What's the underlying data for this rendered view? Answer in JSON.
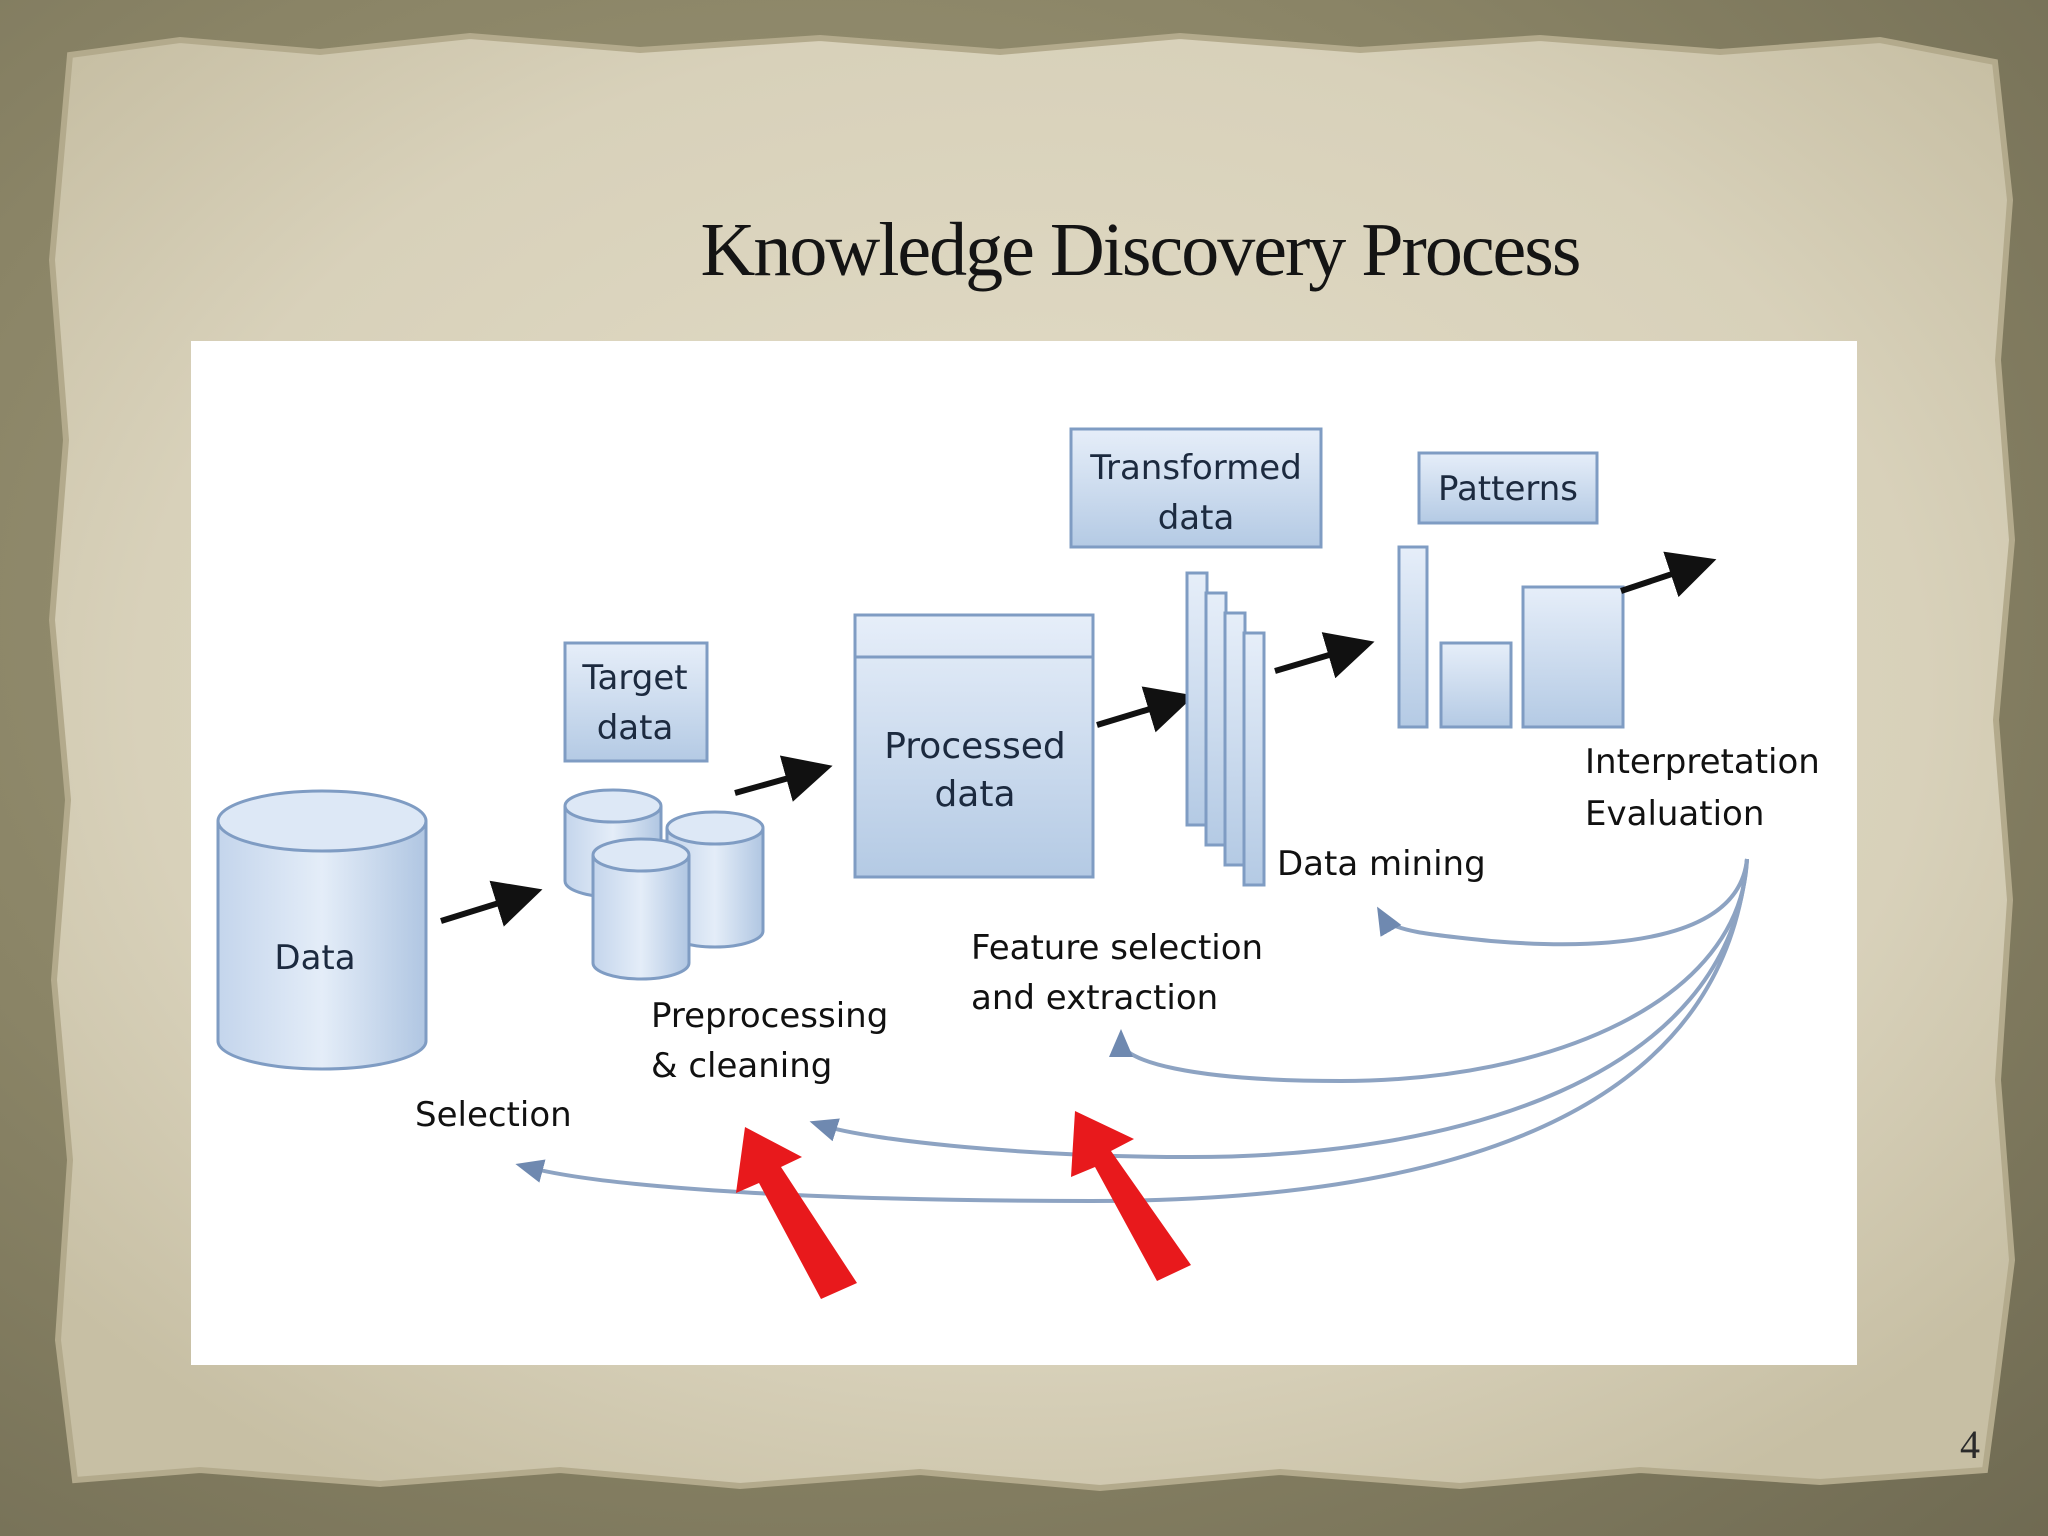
{
  "slide": {
    "title": "Knowledge Discovery Process",
    "page_number": "4"
  },
  "diagram": {
    "stores": {
      "data": "Data",
      "target_data": [
        "Target",
        "data"
      ],
      "processed_data": [
        "Processed",
        "data"
      ],
      "transformed_data": [
        "Transformed",
        "data"
      ],
      "patterns": "Patterns"
    },
    "steps": {
      "selection": "Selection",
      "preprocessing": [
        "Preprocessing",
        "& cleaning"
      ],
      "feature_selection": [
        "Feature selection",
        "and extraction"
      ],
      "data_mining": "Data mining",
      "interpretation": [
        "Interpretation",
        "Evaluation"
      ]
    }
  },
  "colors": {
    "box_fill_top": "#e4edf8",
    "box_fill_bottom": "#b6cce6",
    "box_stroke": "#7f9cc3",
    "label_text": "#1c2a3f",
    "feedback_curve": "#8da3c2",
    "highlight_arrow": "#e8191c",
    "paper": "#dad3bd"
  }
}
